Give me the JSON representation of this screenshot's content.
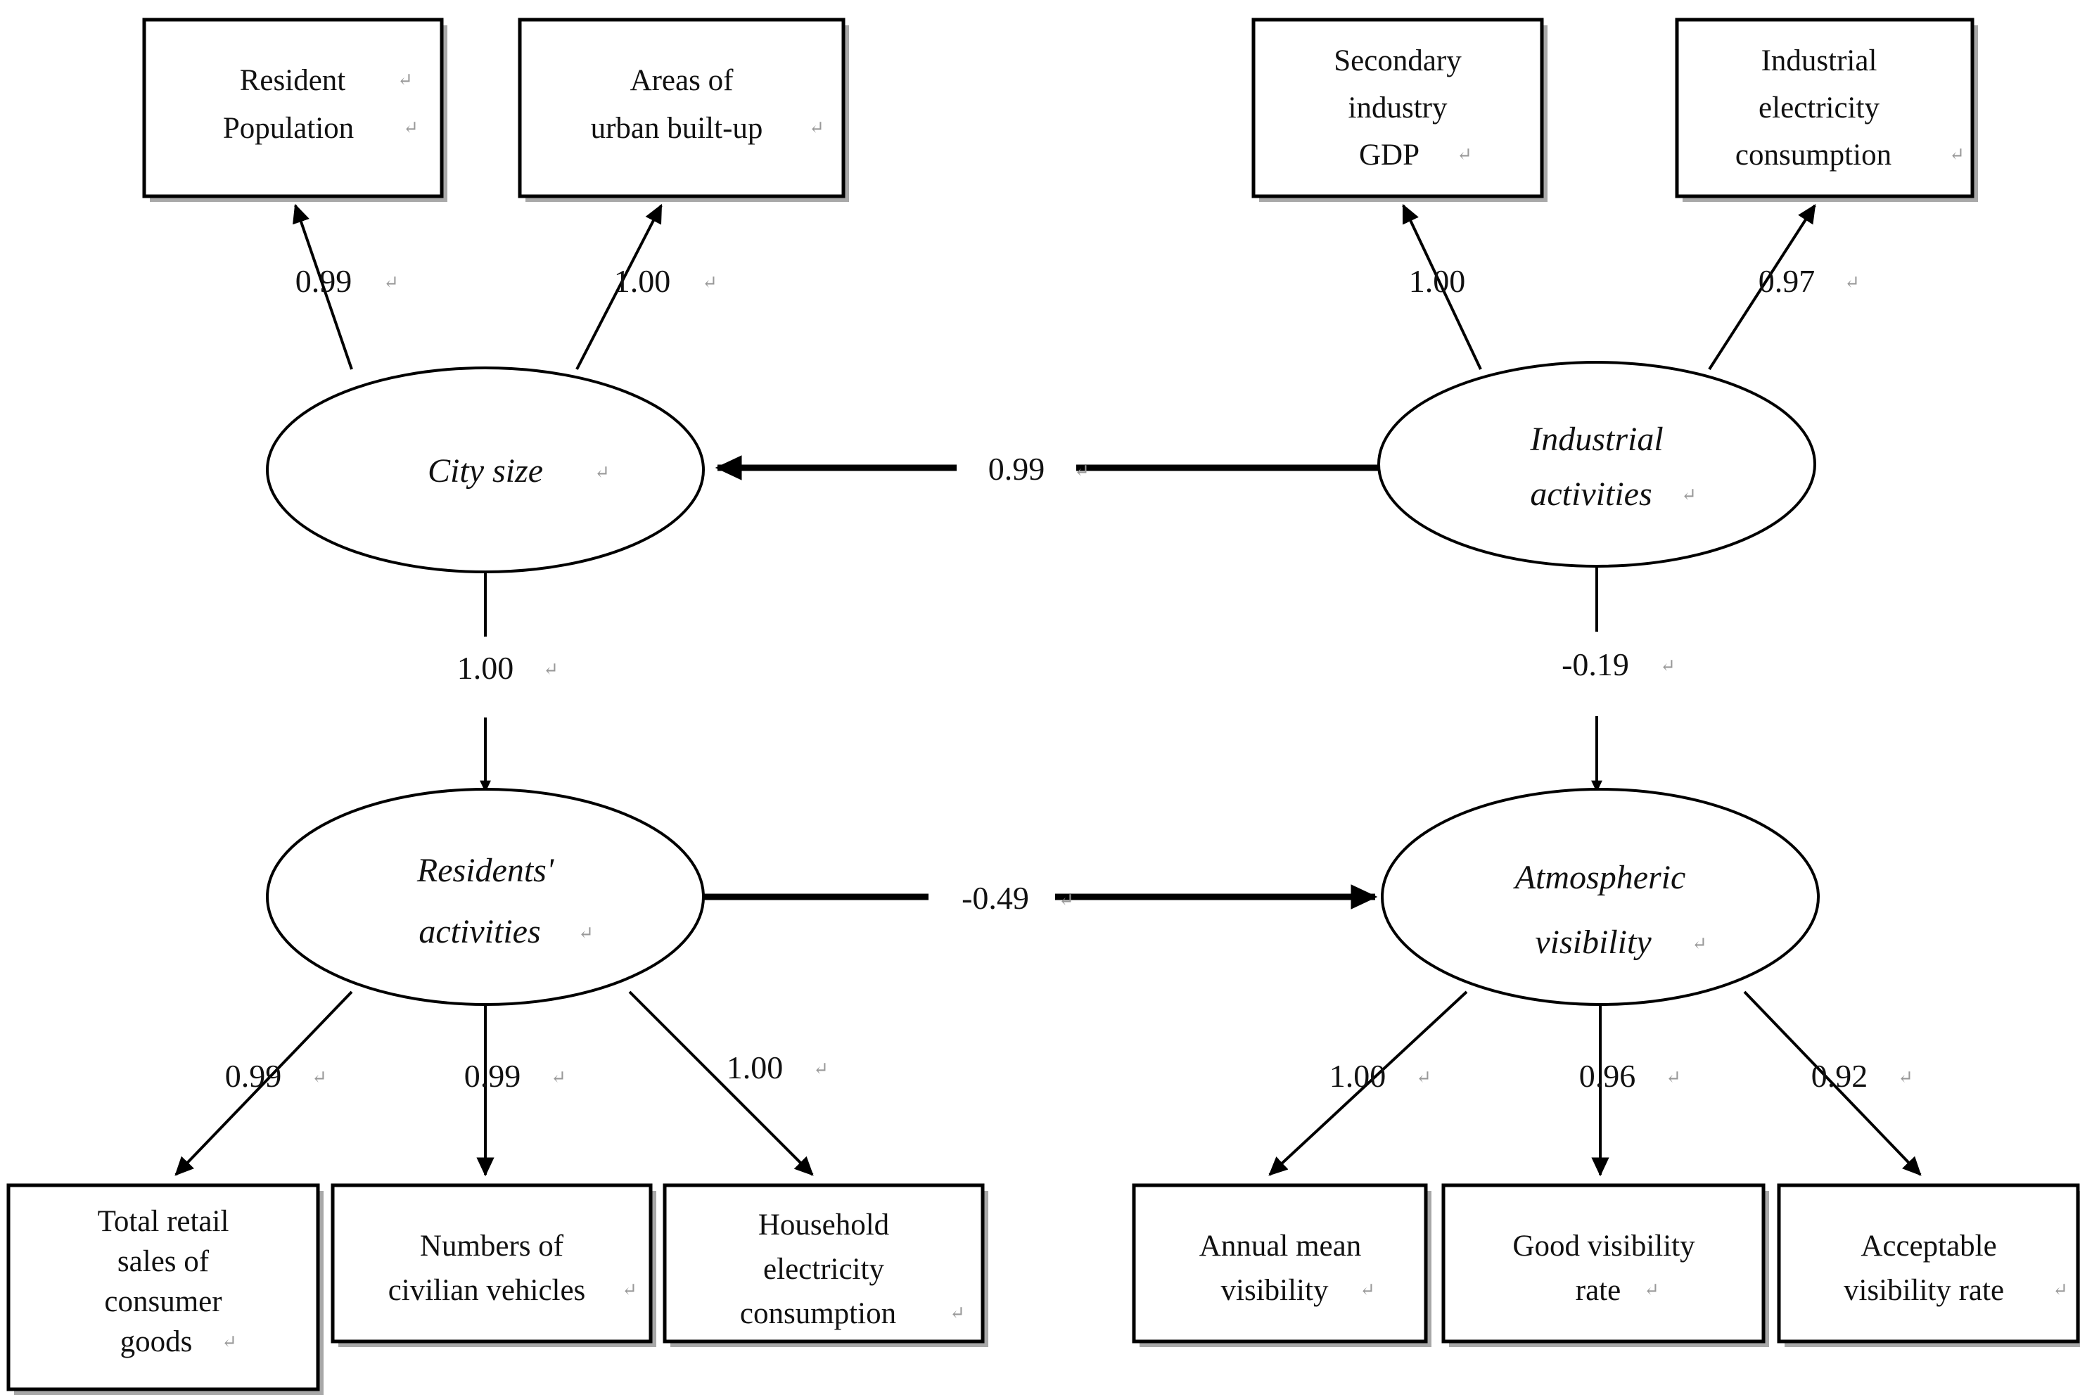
{
  "diagram": {
    "type": "structural-equation-model-path-diagram",
    "background_color": "#ffffff",
    "stroke_color": "#000000",
    "latent_variables": [
      {
        "id": "city_size",
        "label": "City size",
        "style": "italic"
      },
      {
        "id": "industrial_activities",
        "label_line1": "Industrial",
        "label_line2": "activities",
        "style": "italic"
      },
      {
        "id": "residents_activities",
        "label_line1": "Residents'",
        "label_line2": "activities",
        "style": "italic"
      },
      {
        "id": "atmospheric_visibility",
        "label_line1": "Atmospheric",
        "label_line2": "visibility",
        "style": "italic"
      }
    ],
    "observed_variables": [
      {
        "id": "resident_population",
        "line1": "Resident",
        "line2": "Population",
        "line3": "",
        "line4": ""
      },
      {
        "id": "areas_urban_built_up",
        "line1": "Areas of",
        "line2": "urban built-up",
        "line3": "",
        "line4": ""
      },
      {
        "id": "secondary_industry_gdp",
        "line1": "Secondary",
        "line2": "industry",
        "line3": "GDP",
        "line4": ""
      },
      {
        "id": "industrial_electricity_consumption",
        "line1": "Industrial",
        "line2": "electricity",
        "line3": "consumption",
        "line4": ""
      },
      {
        "id": "total_retail_sales",
        "line1": "Total retail",
        "line2": "sales of",
        "line3": "consumer",
        "line4": "goods"
      },
      {
        "id": "numbers_civilian_vehicles",
        "line1": "Numbers of",
        "line2": "civilian vehicles",
        "line3": "",
        "line4": ""
      },
      {
        "id": "household_electricity_consumption",
        "line1": "Household",
        "line2": "electricity",
        "line3": "consumption",
        "line4": ""
      },
      {
        "id": "annual_mean_visibility",
        "line1": "Annual mean",
        "line2": "visibility",
        "line3": "",
        "line4": ""
      },
      {
        "id": "good_visibility_rate",
        "line1": "Good visibility",
        "line2": "rate",
        "line3": "",
        "line4": ""
      },
      {
        "id": "acceptable_visibility_rate",
        "line1": "Acceptable",
        "line2": "visibility rate",
        "line3": "",
        "line4": ""
      }
    ],
    "paths": [
      {
        "id": "city_size__resident_population",
        "from": "city_size",
        "to": "resident_population",
        "coefficient": "0.99"
      },
      {
        "id": "city_size__areas_urban_built_up",
        "from": "city_size",
        "to": "areas_urban_built_up",
        "coefficient": "1.00"
      },
      {
        "id": "industrial__secondary_industry_gdp",
        "from": "industrial_activities",
        "to": "secondary_industry_gdp",
        "coefficient": "1.00"
      },
      {
        "id": "industrial__industrial_electricity",
        "from": "industrial_activities",
        "to": "industrial_electricity_consumption",
        "coefficient": "0.97"
      },
      {
        "id": "industrial__city_size",
        "from": "industrial_activities",
        "to": "city_size",
        "coefficient": "0.99"
      },
      {
        "id": "city_size__residents_activities",
        "from": "city_size",
        "to": "residents_activities",
        "coefficient": "1.00"
      },
      {
        "id": "industrial__atmospheric_visibility",
        "from": "industrial_activities",
        "to": "atmospheric_visibility",
        "coefficient": "-0.19"
      },
      {
        "id": "residents__atmospheric_visibility",
        "from": "residents_activities",
        "to": "atmospheric_visibility",
        "coefficient": "-0.49"
      },
      {
        "id": "residents__total_retail_sales",
        "from": "residents_activities",
        "to": "total_retail_sales",
        "coefficient": "0.99"
      },
      {
        "id": "residents__numbers_civilian_vehicles",
        "from": "residents_activities",
        "to": "numbers_civilian_vehicles",
        "coefficient": "0.99"
      },
      {
        "id": "residents__household_electricity",
        "from": "residents_activities",
        "to": "household_electricity_consumption",
        "coefficient": "1.00"
      },
      {
        "id": "visibility__annual_mean_visibility",
        "from": "atmospheric_visibility",
        "to": "annual_mean_visibility",
        "coefficient": "1.00"
      },
      {
        "id": "visibility__good_visibility_rate",
        "from": "atmospheric_visibility",
        "to": "good_visibility_rate",
        "coefficient": "0.96"
      },
      {
        "id": "visibility__acceptable_visibility_rate",
        "from": "atmospheric_visibility",
        "to": "acceptable_visibility_rate",
        "coefficient": "0.92"
      }
    ],
    "mark": "↵"
  }
}
